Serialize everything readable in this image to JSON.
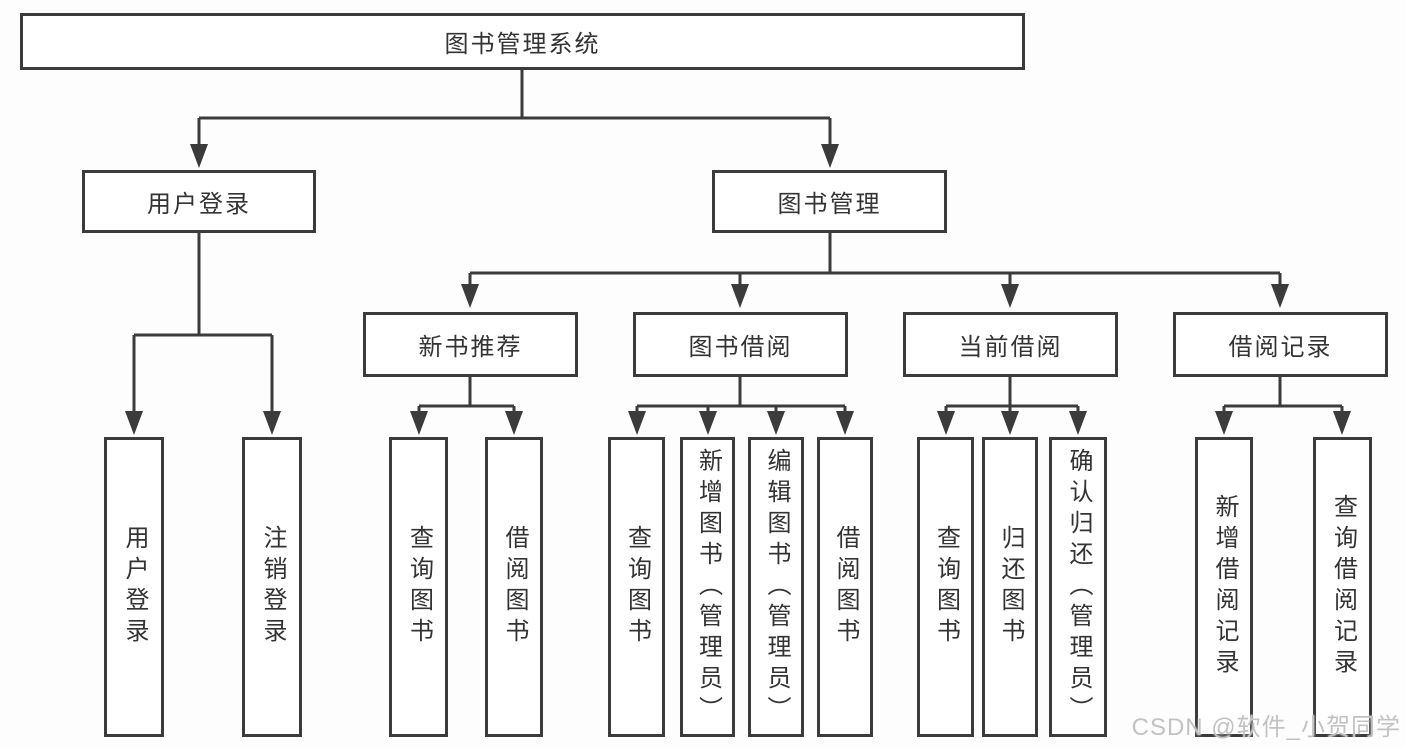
{
  "tree": {
    "label": "图书管理系统",
    "children": [
      {
        "label": "用户登录",
        "children": [
          {
            "label": "用户登录"
          },
          {
            "label": "注销登录"
          }
        ]
      },
      {
        "label": "图书管理",
        "children": [
          {
            "label": "新书推荐",
            "children": [
              {
                "label": "查询图书"
              },
              {
                "label": "借阅图书"
              }
            ]
          },
          {
            "label": "图书借阅",
            "children": [
              {
                "label": "查询图书"
              },
              {
                "label": "新增图书（管理员）"
              },
              {
                "label": "编辑图书（管理员）"
              },
              {
                "label": "借阅图书"
              }
            ]
          },
          {
            "label": "当前借阅",
            "children": [
              {
                "label": "查询图书"
              },
              {
                "label": "归还图书"
              },
              {
                "label": "确认归还（管理员）"
              }
            ]
          },
          {
            "label": "借阅记录",
            "children": [
              {
                "label": "新增借阅记录"
              },
              {
                "label": "查询借阅记录"
              }
            ]
          }
        ]
      }
    ]
  },
  "watermark": {
    "text": "CSDN @软件_小贺同学"
  },
  "colors": {
    "line": "#3b3b3b",
    "box_border": "#3b3b3b",
    "box_fill": "#ffffff",
    "text": "#333333",
    "watermark": "#c2c2c2",
    "background": "#fdfdfd"
  }
}
